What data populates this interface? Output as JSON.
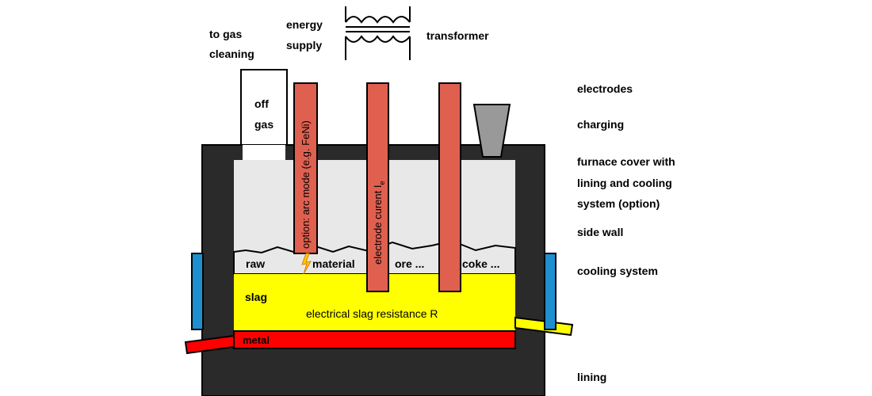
{
  "labels": {
    "to_gas_cleaning_1": "to gas",
    "to_gas_cleaning_2": "cleaning",
    "energy_supply_1": "energy",
    "energy_supply_2": "supply",
    "transformer": "transformer",
    "off_gas_1": "off",
    "off_gas_2": "gas",
    "electrodes": "electrodes",
    "charging": "charging",
    "furnace_cover_1": "furnace cover with",
    "furnace_cover_2": "lining and cooling",
    "furnace_cover_3": "system (option)",
    "side_wall": "side wall",
    "cooling_system": "cooling system",
    "lining": "lining",
    "raw": "raw",
    "material": "material",
    "ore": "ore ...",
    "coke": "coke ...",
    "slag": "slag",
    "slag_resistance": "electrical slag resistance R",
    "metal": "metal",
    "electrode_arc": "option: arc mode (e.g. FeNi)",
    "electrode_current": "electrode curent I",
    "electrode_current_sub": "e"
  },
  "colors": {
    "furnace_wall": "#2a2a2a",
    "interior": "#e8e8e8",
    "electrode": "#e06050",
    "slag": "#ffff00",
    "metal": "#ff0000",
    "cooling": "#1e90d0",
    "charging_hopper": "#999999"
  }
}
